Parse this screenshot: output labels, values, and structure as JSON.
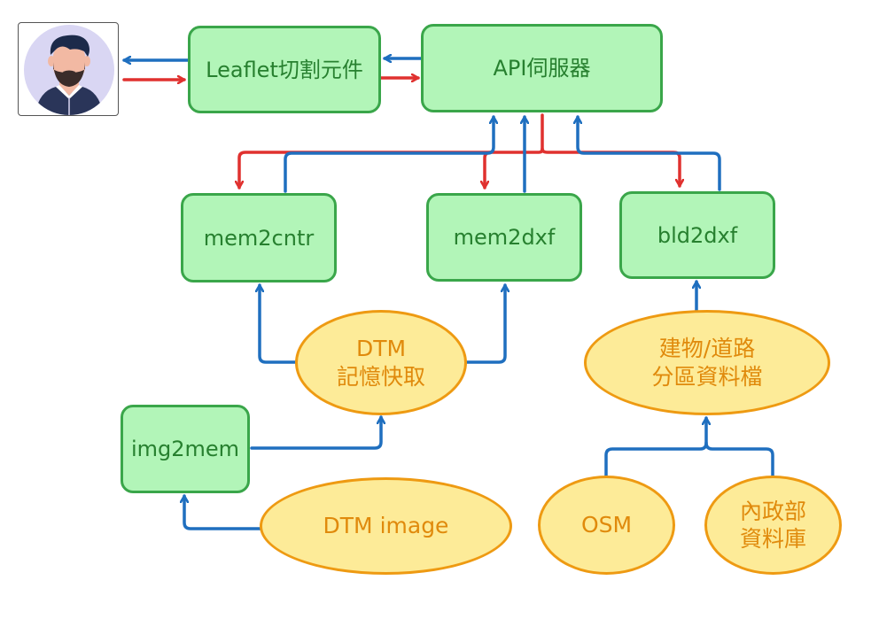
{
  "user": {
    "avatar_icon": "person-avatar-icon"
  },
  "boxes": {
    "leaflet": "Leaflet切割元件",
    "api_server": "API伺服器",
    "mem2cntr": "mem2cntr",
    "mem2dxf": "mem2dxf",
    "bld2dxf": "bld2dxf",
    "img2mem": "img2mem"
  },
  "ovals": {
    "dtm_cache": [
      "DTM",
      "記憶快取"
    ],
    "building_road": [
      "建物/道路",
      "分區資料檔"
    ],
    "dtm_image": "DTM image",
    "osm": "OSM",
    "moi": [
      "內政部",
      "資料庫"
    ]
  },
  "colors": {
    "box_fill": "#b2f5b8",
    "box_border": "#3aa64a",
    "box_text": "#27802f",
    "oval_fill": "#fdeb98",
    "oval_border": "#ee9a12",
    "oval_text": "#e08a0c",
    "blue_arrow": "#1f6fbf",
    "red_arrow": "#e0312f"
  }
}
